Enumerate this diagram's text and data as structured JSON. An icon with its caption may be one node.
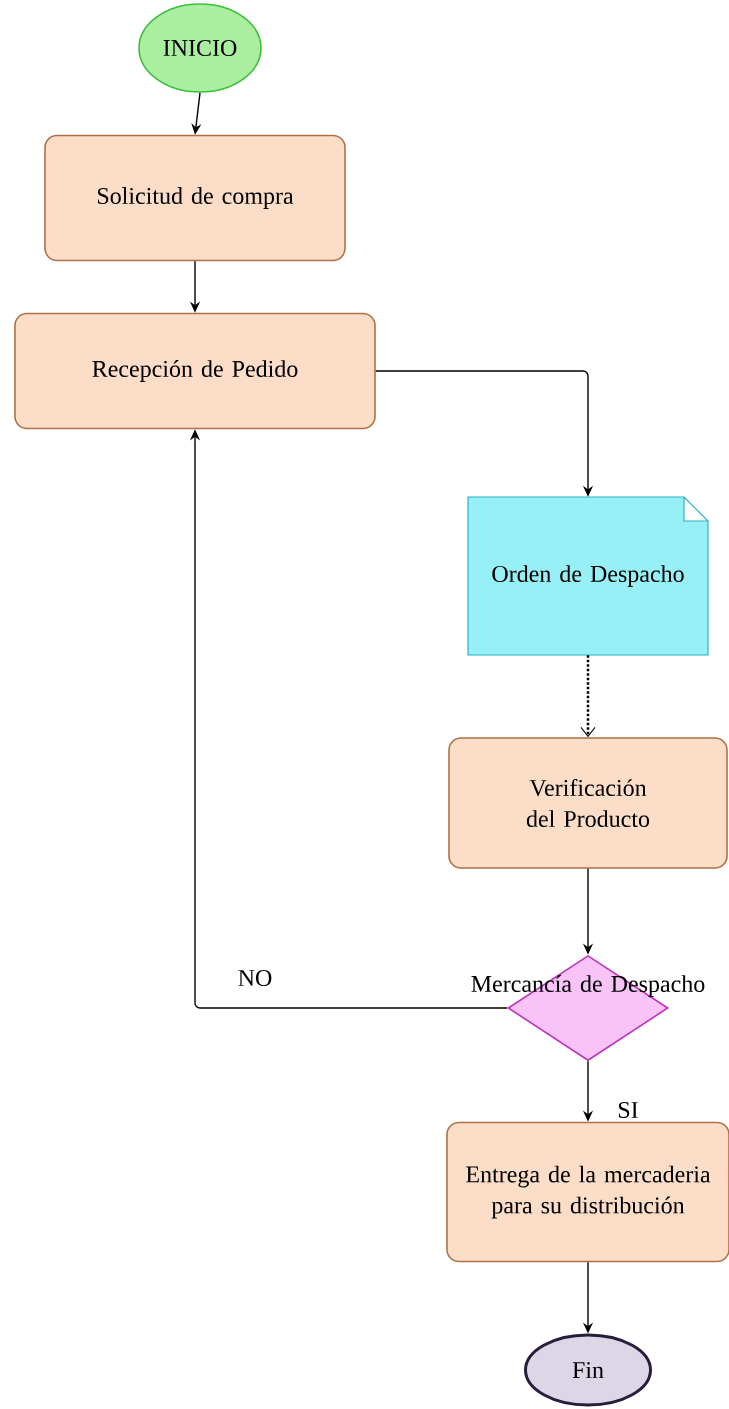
{
  "diagram": {
    "nodes": [
      {
        "text": [
          "INICIO"
        ]
      },
      {
        "text": [
          "Solicitud de compra"
        ]
      },
      {
        "text": [
          "Recepción de Pedido"
        ]
      },
      {
        "text": [
          "Orden de Despacho"
        ]
      },
      {
        "text": [
          "Verificación del Producto"
        ]
      },
      {
        "text": [
          "Mercancía de Despacho"
        ]
      },
      {
        "text": [
          "Entrega de la mercaderia para su distribución"
        ]
      },
      {
        "text": [
          "Fin"
        ]
      }
    ],
    "edges": [
      {
        "from": 0,
        "to": 1,
        "arrow": "to"
      },
      {
        "from": 1,
        "to": 2,
        "arrow": "to"
      },
      {
        "from": 2,
        "to": 3,
        "arrow": "to"
      },
      {
        "from": 3,
        "to": 4,
        "arrow": "to",
        "style": "dashed"
      },
      {
        "from": 4,
        "to": 5,
        "arrow": "to"
      },
      {
        "from": 5,
        "to": 2,
        "arrow": "to",
        "label": "NO"
      },
      {
        "from": 5,
        "to": 6,
        "arrow": "to",
        "label": "SI"
      },
      {
        "from": 6,
        "to": 7,
        "arrow": "to"
      }
    ]
  }
}
